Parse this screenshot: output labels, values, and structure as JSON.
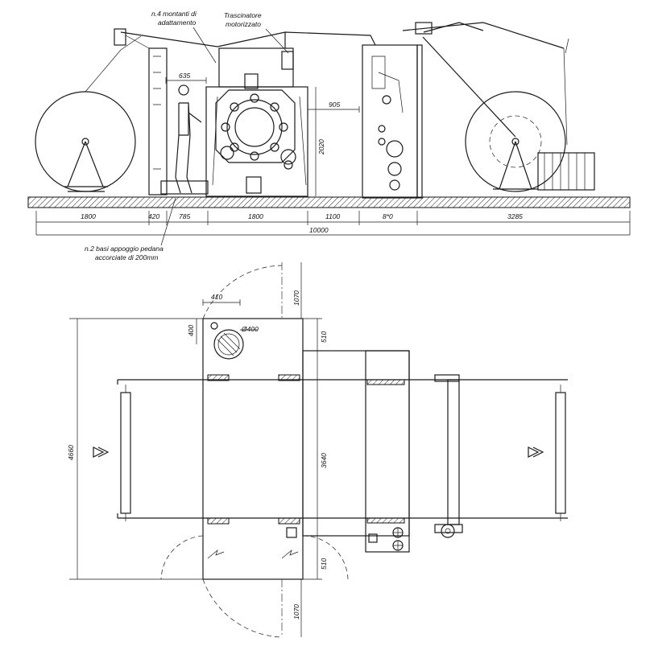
{
  "side_view": {
    "label_uprights": [
      "n.4 montanti di",
      "adattamento"
    ],
    "label_puller": [
      "Trascinatore",
      "motorizzato"
    ],
    "label_bases": [
      "n.2 basi appoggio pedana",
      "accorciate di 200mm"
    ],
    "dim_635": "635",
    "dim_905": "905",
    "dim_2020": "2020",
    "bottom_dims": [
      "1800",
      "420",
      "785",
      "1800",
      "1100",
      "8*0",
      "3285"
    ],
    "total": "10000"
  },
  "plan_view": {
    "dim_1070_top": "1070",
    "dim_410": "410",
    "dim_400": "400",
    "dim_phi400": "Ø400",
    "dim_510_top": "510",
    "dim_4660": "4660",
    "dim_3640": "3640",
    "dim_510_bottom": "510",
    "dim_1070_bottom": "1070"
  },
  "colors": {
    "ink": "#1a1a1a",
    "paper": "#ffffff"
  }
}
